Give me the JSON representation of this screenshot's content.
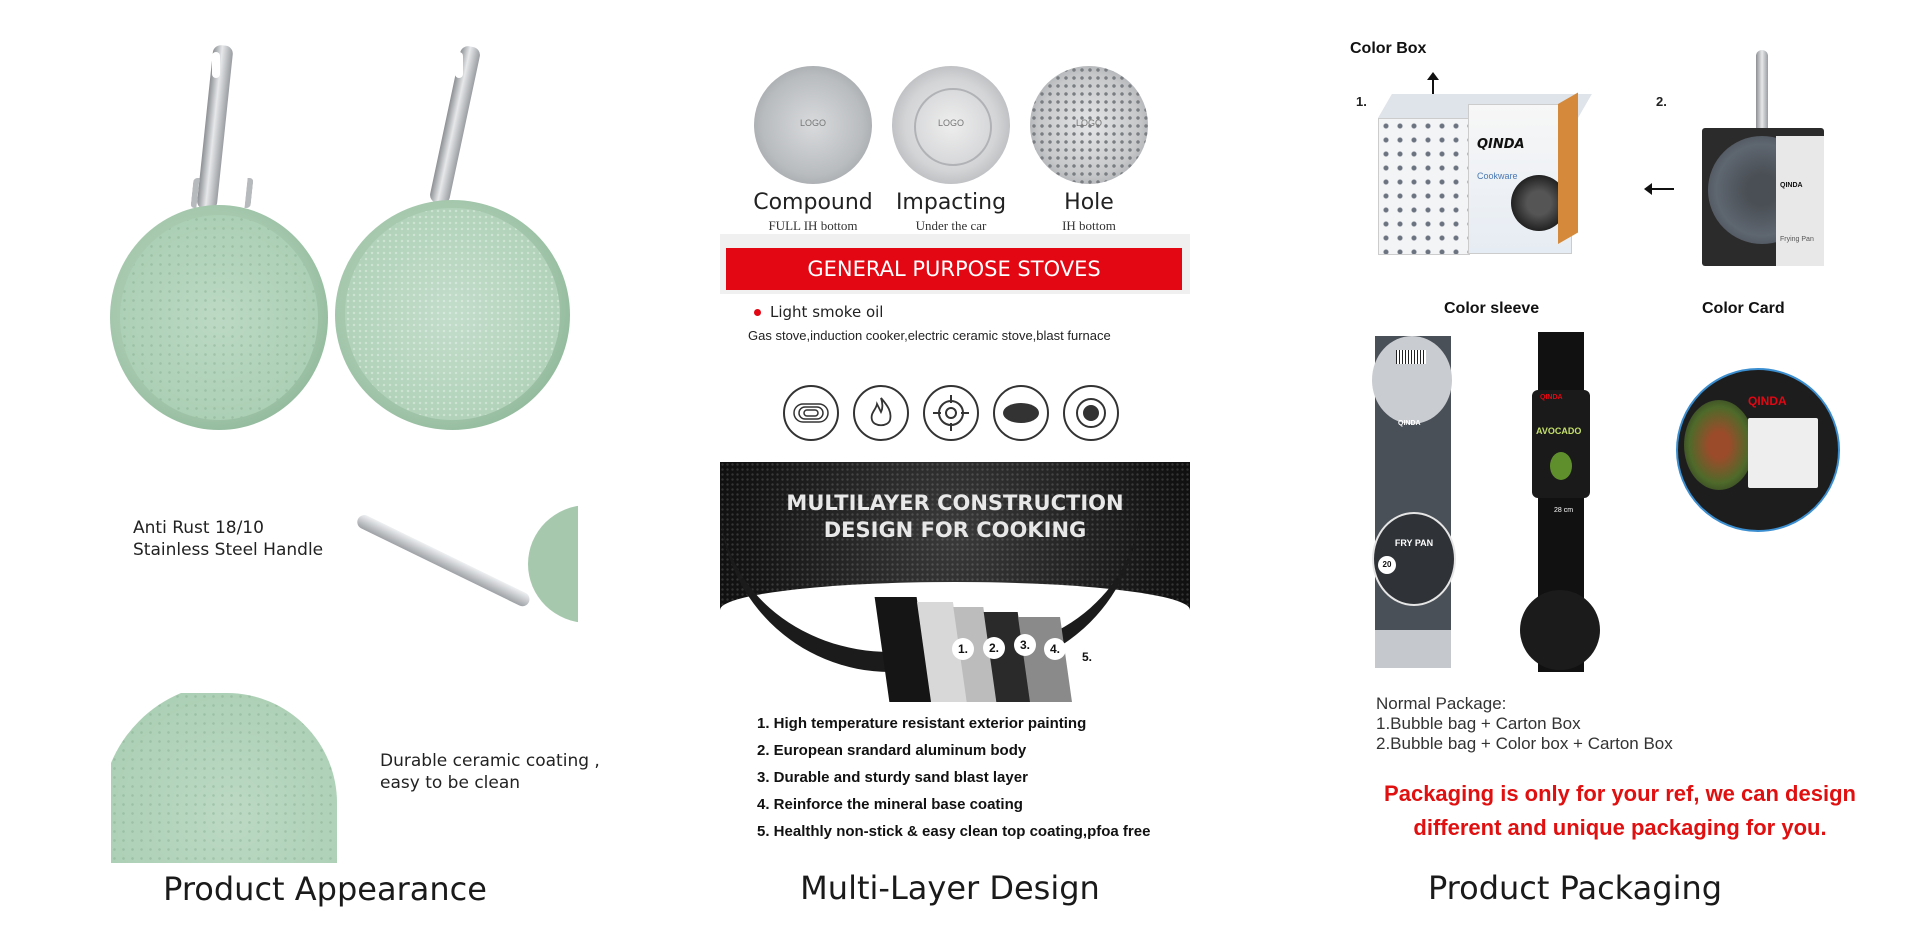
{
  "column1": {
    "caption": "Product Appearance",
    "handle_feature": [
      "Anti Rust 18/10",
      "Stainless Steel Handle"
    ],
    "coating_feature": [
      "Durable ceramic coating ,",
      "easy to be clean"
    ]
  },
  "column2": {
    "caption": "Multi-Layer Design",
    "bottoms": [
      {
        "title": "Compound",
        "subtitle": "FULL IH bottom",
        "logo": "LOGO"
      },
      {
        "title": "Impacting",
        "subtitle": "Under the car",
        "logo": "LOGO"
      },
      {
        "title": "Hole",
        "subtitle": "IH bottom",
        "logo": "LOGO"
      }
    ],
    "banner": "GENERAL PURPOSE STOVES",
    "bullet": "Light smoke oil",
    "stoves": "Gas stove,induction cooker,electric ceramic stove,blast furnace",
    "stove_icons": [
      "induction-coil-icon",
      "flame-icon",
      "gas-burner-icon",
      "ceramic-plate-icon",
      "hotplate-icon"
    ],
    "construction_title": [
      "MULTILAYER CONSTRUCTION",
      "DESIGN FOR COOKING"
    ],
    "layer_numbers": [
      "1.",
      "2.",
      "3.",
      "4.",
      "5."
    ],
    "layers": [
      "1. High temperature resistant exterior painting",
      "2. European srandard aluminum body",
      "3. Durable and sturdy sand blast layer",
      "4. Reinforce the mineral base coating",
      "5. Healthly non-stick & easy clean top coating,pfoa free"
    ]
  },
  "column3": {
    "caption": "Product Packaging",
    "color_box": "Color Box",
    "num1": "1.",
    "num2": "2.",
    "color_sleeve": "Color sleeve",
    "color_card": "Color Card",
    "brand": "QINDA",
    "box_side_text": "Cookware",
    "box2_text": "Frying Pan",
    "sleeve1_text": "FRY PAN",
    "sleeve1_size": "20",
    "sleeve2_text": "AVOCADO",
    "sleeve2_size": "28 cm",
    "normal_package": [
      "Normal Package:",
      "1.Bubble bag + Carton Box",
      "2.Bubble bag + Color box + Carton Box"
    ],
    "note": [
      "Packaging is only for your ref, we can design",
      "different and unique packaging for you."
    ],
    "accent": "#e01010"
  }
}
